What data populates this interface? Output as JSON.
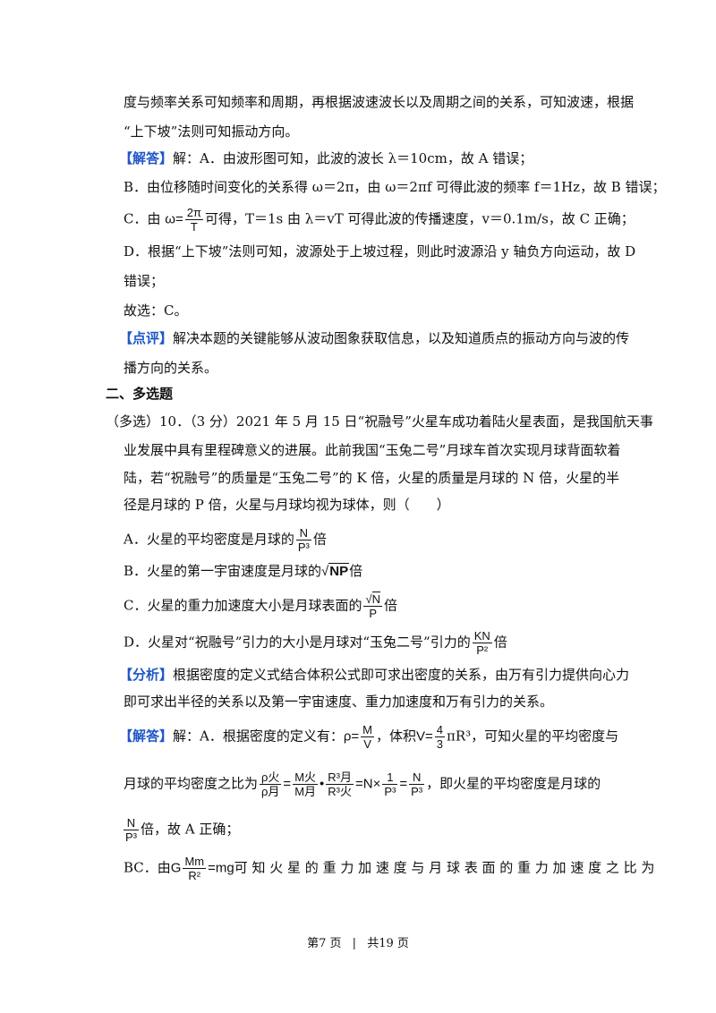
{
  "lines": {
    "l1": "度与频率关系可知频率和周期，再根据波速波长以及周期之间的关系，可知波速，根据",
    "l2": "“上下坡”法则可知振动方向。",
    "l3_tag": "【解答】",
    "l3": "解：A．由波形图可知，此波的波长 λ＝10cm，故 A 错误；",
    "l4": "B．由位移随时间变化的关系得 ω＝2π，由 ω＝2πf 可得此波的频率 f＝1Hz，故 B 错误；",
    "l5_a": "C．由",
    "l5_omega": "ω=",
    "l5_num": "2π",
    "l5_den": "T",
    "l5_b": "可得，T＝1s 由 λ＝vT 可得此波的传播速度，v＝0.1m/s，故 C 正确；",
    "l6": "D．根据“上下坡”法则可知，波源处于上坡过程，则此时波源沿 y 轴负方向运动，故 D",
    "l7": "错误；",
    "l8": "故选：C。",
    "l9_tag": "【点评】",
    "l9": "解决本题的关键能够从波动图象获取信息，以及知道质点的振动方向与波的传",
    "l10": "播方向的关系。",
    "section": "二、多选题",
    "q1": "（多选）10．（3 分）2021 年 5 月 15 日“祝融号”火星车成功着陆火星表面，是我国航天事",
    "q2": "业发展中具有里程碑意义的进展。此前我国“玉兔二号”月球车首次实现月球背面软着",
    "q3": "陆，若“祝融号”的质量是“玉兔二号”的 K 倍，火星的质量是月球的 N 倍，火星的半",
    "q4": "径是月球的 P 倍，火星与月球均视为球体，则（　　）",
    "optA_a": "A．火星的平均密度是月球的",
    "optA_num": "N",
    "optA_den": "P³",
    "optA_b": "倍",
    "optB_a": "B．火星的第一宇宙速度是月球的",
    "optB_rad": "NP",
    "optB_b": "倍",
    "optC_a": "C．火星的重力加速度大小是月球表面的",
    "optC_num": "N",
    "optC_den": "P",
    "optC_b": "倍",
    "optD_a": "D．火星对“祝融号”引力的大小是月球对“玉兔二号”引力的",
    "optD_num": "KN",
    "optD_den": "P²",
    "optD_b": "倍",
    "an1_tag": "【分析】",
    "an1": "根据密度的定义式结合体积公式即可求出密度的关系，由万有引力提供向心力",
    "an2": "即可求出半径的关系以及第一宇宙速度、重力加速度和万有引力的关系。",
    "s1_tag": "【解答】",
    "s1_a": "解：A．根据密度的定义有：",
    "s1_rho": "ρ=",
    "s1_num1": "M",
    "s1_den1": "V",
    "s1_b": "，体积",
    "s1_v": "V=",
    "s1_num2": "4",
    "s1_den2": "3",
    "s1_c": "πR³，可知火星的平均密度与",
    "s2_a": "月球的平均密度之比为",
    "s2_f1n": "ρ火",
    "s2_f1d": "ρ月",
    "s2_f2n": "M火",
    "s2_f2d": "M月",
    "s2_f3n": "R³月",
    "s2_f3d": "R³火",
    "s2_mid": "=N×",
    "s2_f4n": "1",
    "s2_f4d": "P³",
    "s2_f5n": "N",
    "s2_f5d": "P³",
    "s2_b": "，即火星的平均密度是月球的",
    "s3_num": "N",
    "s3_den": "P³",
    "s3_b": "倍，故 A 正确；",
    "s4_a": "BC．由",
    "s4_g": "G",
    "s4_num": "Mm",
    "s4_den": "R²",
    "s4_mg": "=mg",
    "s4_b": "可 知 火 星 的 重 力 加 速 度 与 月 球 表 面 的 重 力 加 速 度 之 比 为"
  },
  "footer": {
    "page_label": "第7 页",
    "separator": "|",
    "total_label": "共19 页"
  }
}
